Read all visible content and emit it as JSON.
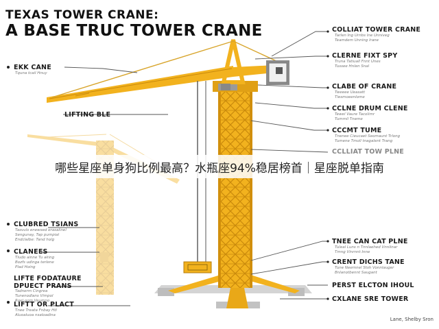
{
  "title_line1": "TEXAS TOWER CRANE:",
  "title_line2": "A BASE TRUC TOWER CRANE",
  "banner": "哪些星座单身狗比例最高？水瓶座94%稳居榜首｜星座脱单指南",
  "credit": "Lane, Shelby Sron",
  "colors": {
    "crane_yellow": "#f2b21e",
    "crane_shadow": "#d18f0c",
    "concrete": "#c9c9c9",
    "cab_gray": "#8e8e8e",
    "leader_line": "#555555"
  },
  "labels_left": [
    {
      "title": "EKK CANE",
      "sub": [
        "Tquna tcail Hnuy"
      ]
    },
    {
      "title": "LIFTING BLE",
      "sub": []
    },
    {
      "title": "CLUBRED TSIANS",
      "sub": [
        "Tasvuls enewsed erasalinel",
        "Sengunay, Tap pumpial",
        "Endclalbe: Tand holg"
      ]
    },
    {
      "title": "CLANEES",
      "sub": [
        "Tiudo ainne Tu aking",
        "Bozfs udinga terlene",
        "Plad Hoing"
      ]
    },
    {
      "title": "LIFTE FODATAURE",
      "sub": [
        "Tadnerm Cingrea",
        "Tunenodlans Vimpol",
        "Roel oom Veumno"
      ]
    },
    {
      "title": "DPUECT PRANS",
      "sub": []
    },
    {
      "title": "LIFTT OR PLACT",
      "sub": [
        "Tnee Treata Fnbay Htl",
        "Aluoaluoa nsaloadina"
      ]
    }
  ],
  "labels_right": [
    {
      "title": "COLLIAT TOWER CRANE",
      "sub": [
        "Tarlen Ing Urnbs Ine Unniveg",
        "Teamdem Unning lrane"
      ]
    },
    {
      "title": "CLERNE FIXT SPY",
      "sub": [
        "Truna Tatiuall Fnnt Unes",
        "Tussee Hnlen Snal"
      ]
    },
    {
      "title": "CLABE OF CRANE",
      "sub": [
        "Tweeee Ueasatt",
        "Tiesmoeenlome"
      ]
    },
    {
      "title": "CCLNE DRUM CLENE",
      "sub": [
        "Tewel Vaure Tacolimr",
        "Tummil Tneme"
      ]
    },
    {
      "title": "CCCMT TUME",
      "sub": [
        "Tnenee Cieucaet Seomaunt Trlong",
        "Tumene Tmoll tnagalent Trang"
      ]
    },
    {
      "title": "CCLLIAT TOW PLNE",
      "sub": []
    },
    {
      "title": "TNEE CAN CAT PLNE",
      "sub": [
        "Tuleal Luns n Tnnlaehed Vnnlinar",
        "Tmng Vinrnnt Inne"
      ]
    },
    {
      "title": "CRENT DICHS TANE",
      "sub": [
        "Tune Neemnel Stsh Vonnlauger",
        "Bnlanotbennt Saugant"
      ]
    },
    {
      "title": "PERST ELCTON IHOUL",
      "sub": []
    },
    {
      "title": "CXLANE SRE TOWER",
      "sub": []
    }
  ]
}
